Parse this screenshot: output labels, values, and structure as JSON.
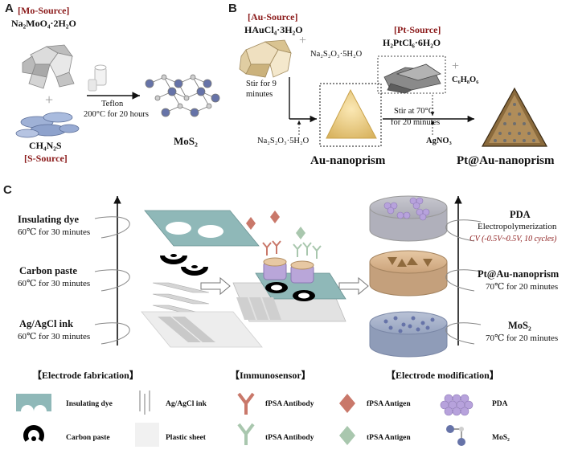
{
  "panelA": {
    "letter": "A",
    "mo_source": "[Mo-Source]",
    "mo_formula": "Na₂MoO₄·2H₂O",
    "plus": "+",
    "s_formula": "CH₄N₂S",
    "s_source": "[S-Source]",
    "vessel": "Teflon",
    "condition": "200°C for 20 hours",
    "product": "MoS₂"
  },
  "panelB": {
    "letter": "B",
    "au_source": "[Au-Source]",
    "au_formula": "HAuCl₄·3H₂O",
    "plus1": "+",
    "thio1": "Na₂S₂O₃·5H₂O",
    "stir1": "Stir for 9 minutes",
    "thio2": "Na₂S₂O₃·5H₂O",
    "au_product": "Au-nanoprism",
    "pt_source": "[Pt-Source]",
    "pt_formula": "H₂PtCl₆·6H₂O",
    "plus2": "+",
    "ascorbic": "C₆H₈O₆",
    "stir2_line1": "Stir at 70°C",
    "stir2_line2": "for 20 minutes",
    "silver": "AgNO₃",
    "pt_product": "Pt@Au-nanoprism"
  },
  "panelC": {
    "letter": "C",
    "left_steps": [
      {
        "title": "Insulating dye",
        "sub": "60℃ for 30 minutes"
      },
      {
        "title": "Carbon paste",
        "sub": "60℃ for 30 minutes"
      },
      {
        "title": "Ag/AgCl ink",
        "sub": "60℃ for 30 minutes"
      }
    ],
    "right_steps": [
      {
        "title": "PDA",
        "sub": "Electropolymerization",
        "note": "CV (-0.5V~0.5V, 10 cycles)"
      },
      {
        "title": "Pt@Au-nanoprism",
        "sub": "70℃ for 20 minutes"
      },
      {
        "title": "MoS₂",
        "sub": "70℃ for 20 minutes"
      }
    ],
    "sections": [
      "【Electrode fabrication】",
      "【Immunosensor】",
      "【Electrode modification】"
    ]
  },
  "legend": [
    {
      "label": "Insulating dye",
      "icon": "insulating-dye-icon"
    },
    {
      "label": "Ag/AgCl ink",
      "icon": "ag-agcl-ink-icon"
    },
    {
      "label": "fPSA Antibody",
      "icon": "fpsa-antibody-icon"
    },
    {
      "label": "fPSA Antigen",
      "icon": "fpsa-antigen-icon"
    },
    {
      "label": "PDA",
      "icon": "pda-icon"
    },
    {
      "label": "Carbon paste",
      "icon": "carbon-paste-icon"
    },
    {
      "label": "Plastic sheet",
      "icon": "plastic-sheet-icon"
    },
    {
      "label": "tPSA Antibody",
      "icon": "tpsa-antibody-icon"
    },
    {
      "label": "tPSA Antigen",
      "icon": "tpsa-antigen-icon"
    },
    {
      "label": "MoS₂",
      "icon": "mos2-icon"
    }
  ],
  "colors": {
    "source_red": "#8b1a1a",
    "insulating_teal": "#8fb8b8",
    "fpsa_red": "#c9786a",
    "tpsa_green": "#a9c7ae",
    "pda_purple": "#b7a2dc",
    "gold": "#f2d38a",
    "mos2_blue": "#6673a8"
  }
}
